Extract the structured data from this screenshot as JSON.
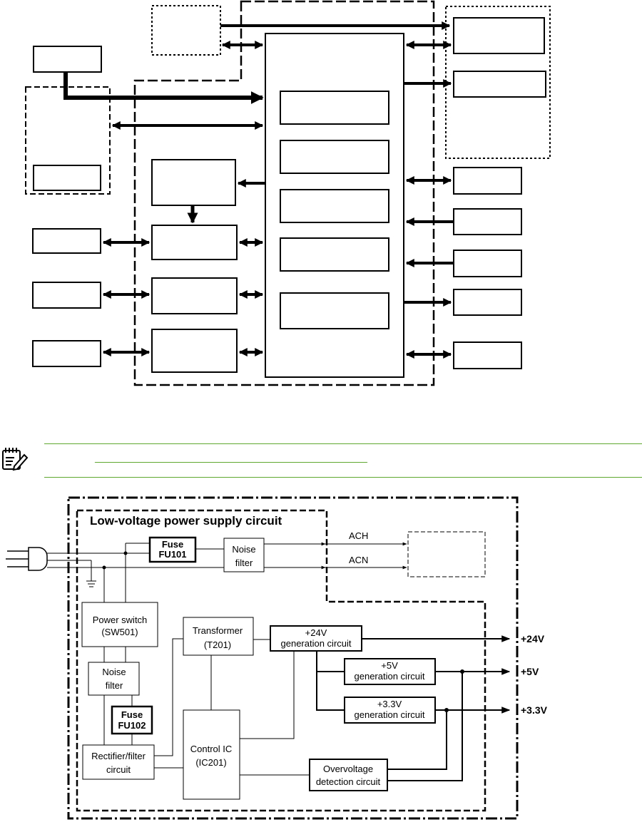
{
  "note": {
    "link_text": "",
    "colors": {
      "rule": "#5fa830"
    },
    "icon": "note-pencil-icon"
  },
  "power_diagram": {
    "title": "Low-voltage power supply circuit",
    "fuse1": {
      "line1": "Fuse",
      "line2": "FU101"
    },
    "noise_filter_top": {
      "line1": "Noise",
      "line2": "filter"
    },
    "ach_label": "ACH",
    "acn_label": "ACN",
    "power_switch": {
      "line1": "Power switch",
      "line2": "(SW501)"
    },
    "noise_filter_left": {
      "line1": "Noise",
      "line2": "filter"
    },
    "fuse2": {
      "line1": "Fuse",
      "line2": "FU102"
    },
    "rectifier": {
      "line1": "Rectifier/filter",
      "line2": "circuit"
    },
    "transformer": {
      "line1": "Transformer",
      "line2": "(T201)"
    },
    "control_ic": {
      "line1": "Control IC",
      "line2": "(IC201)"
    },
    "gen24": {
      "line1": "+24V",
      "line2": "generation circuit"
    },
    "gen5": {
      "line1": "+5V",
      "line2": "generation circuit"
    },
    "gen33": {
      "line1": "+3.3V",
      "line2": "generation circuit"
    },
    "overvoltage": {
      "line1": "Overvoltage",
      "line2": "detection circuit"
    },
    "outputs": {
      "v24": "+24V",
      "v5": "+5V",
      "v33": "+3.3V"
    }
  }
}
